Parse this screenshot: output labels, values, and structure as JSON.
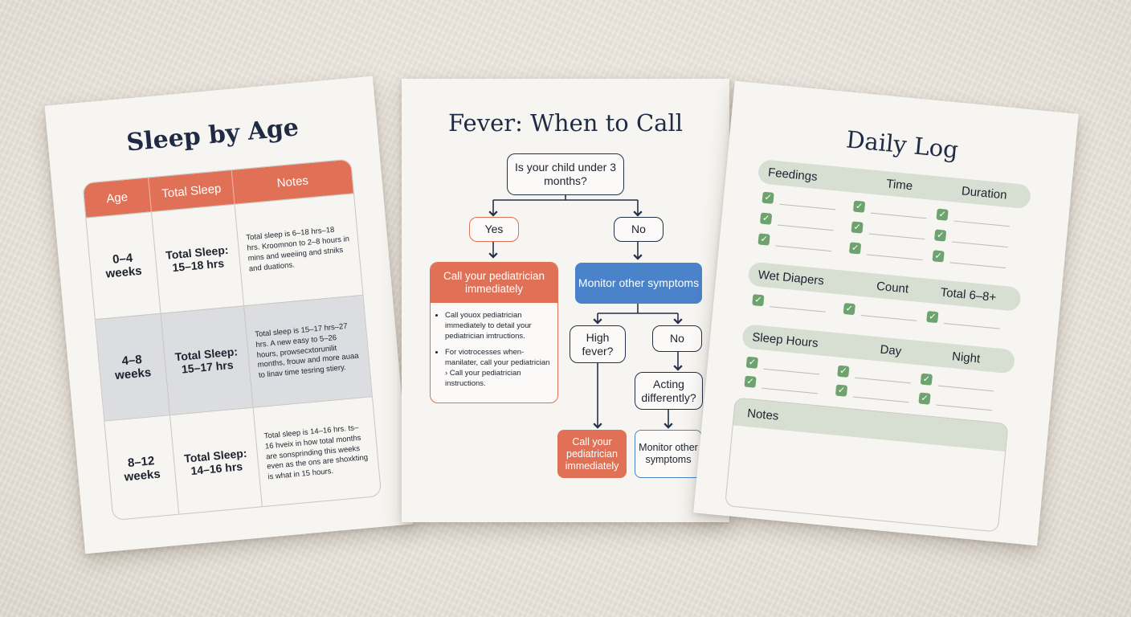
{
  "sleep_card": {
    "title": "Sleep by Age",
    "headers": [
      "Age",
      "Total Sleep",
      "Notes"
    ],
    "rows": [
      {
        "age": "0–4 weeks",
        "total": "Total Sleep: 15–18 hrs",
        "notes": "Total sleep is 6–18 hrs–18 hrs. Kroomnon to 2–8 hours in mins and weeiing and stniks and duations."
      },
      {
        "age": "4–8 weeks",
        "total": "Total Sleep: 15–17 hrs",
        "notes": "Total sleep is 15–17 hrs–27 hrs. A new easy to 5–26 hours, prowsecxtorunilit months, frouw and more auaa to linav time tesring stiery."
      },
      {
        "age": "8–12 weeks",
        "total": "Total Sleep: 14–16 hrs",
        "notes": "Total sleep is 14–16 hrs. ts–16 hveix in how total months are sonsprinding this weeks even as the ons are shoxkting is what in 15 hours."
      }
    ]
  },
  "fever_card": {
    "title": "Fever: When to Call",
    "question": "Is your child under 3 months?",
    "yes": "Yes",
    "no": "No",
    "call_header": "Call your pediatrician immediately",
    "call_bullets": [
      "Call youox pediatrician immediately to detail your pediatrician imtructions.",
      "For viotrocesses when- manilater, call your pediatrician › Call your pediatrician instructions."
    ],
    "monitor_header": "Monitor other symptoms",
    "high_fever": "High fever?",
    "no2": "No",
    "acting": "Acting differently?",
    "call_final": "Call your pediatrician immediately",
    "monitor_final": "Monitor other symptoms"
  },
  "log_card": {
    "title": "Daily Log",
    "feedings": {
      "label": "Feedings",
      "col2": "Time",
      "col3": "Duration"
    },
    "diapers": {
      "label": "Wet Diapers",
      "col2": "Count",
      "col3": "Total 6–8+"
    },
    "sleep": {
      "label": "Sleep Hours",
      "col2": "Day",
      "col3": "Night"
    },
    "notes_label": "Notes",
    "check_glyph": "✓"
  },
  "colors": {
    "accent_orange": "#e07156",
    "accent_blue": "#4a83c9",
    "sage": "#d7ded2",
    "check_green": "#6ea36f",
    "ink": "#1f2a44"
  }
}
